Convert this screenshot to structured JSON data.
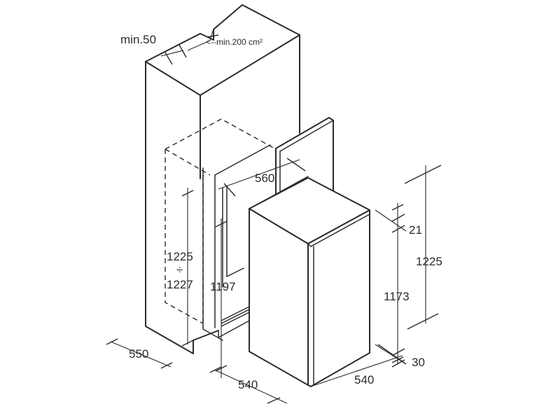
{
  "labels": {
    "min_gap": "min.50",
    "vent_area": "<--min.200 cm²",
    "door_width": "560",
    "niche_height_a": "1225",
    "niche_height_sep": "÷",
    "niche_height_b": "1227",
    "inner_height": "1197",
    "niche_depth": "550",
    "appliance_depth": "540",
    "appliance_width": "540",
    "top_gap": "21",
    "appliance_height": "1173",
    "total_height": "1225",
    "bottom_gap": "30"
  }
}
